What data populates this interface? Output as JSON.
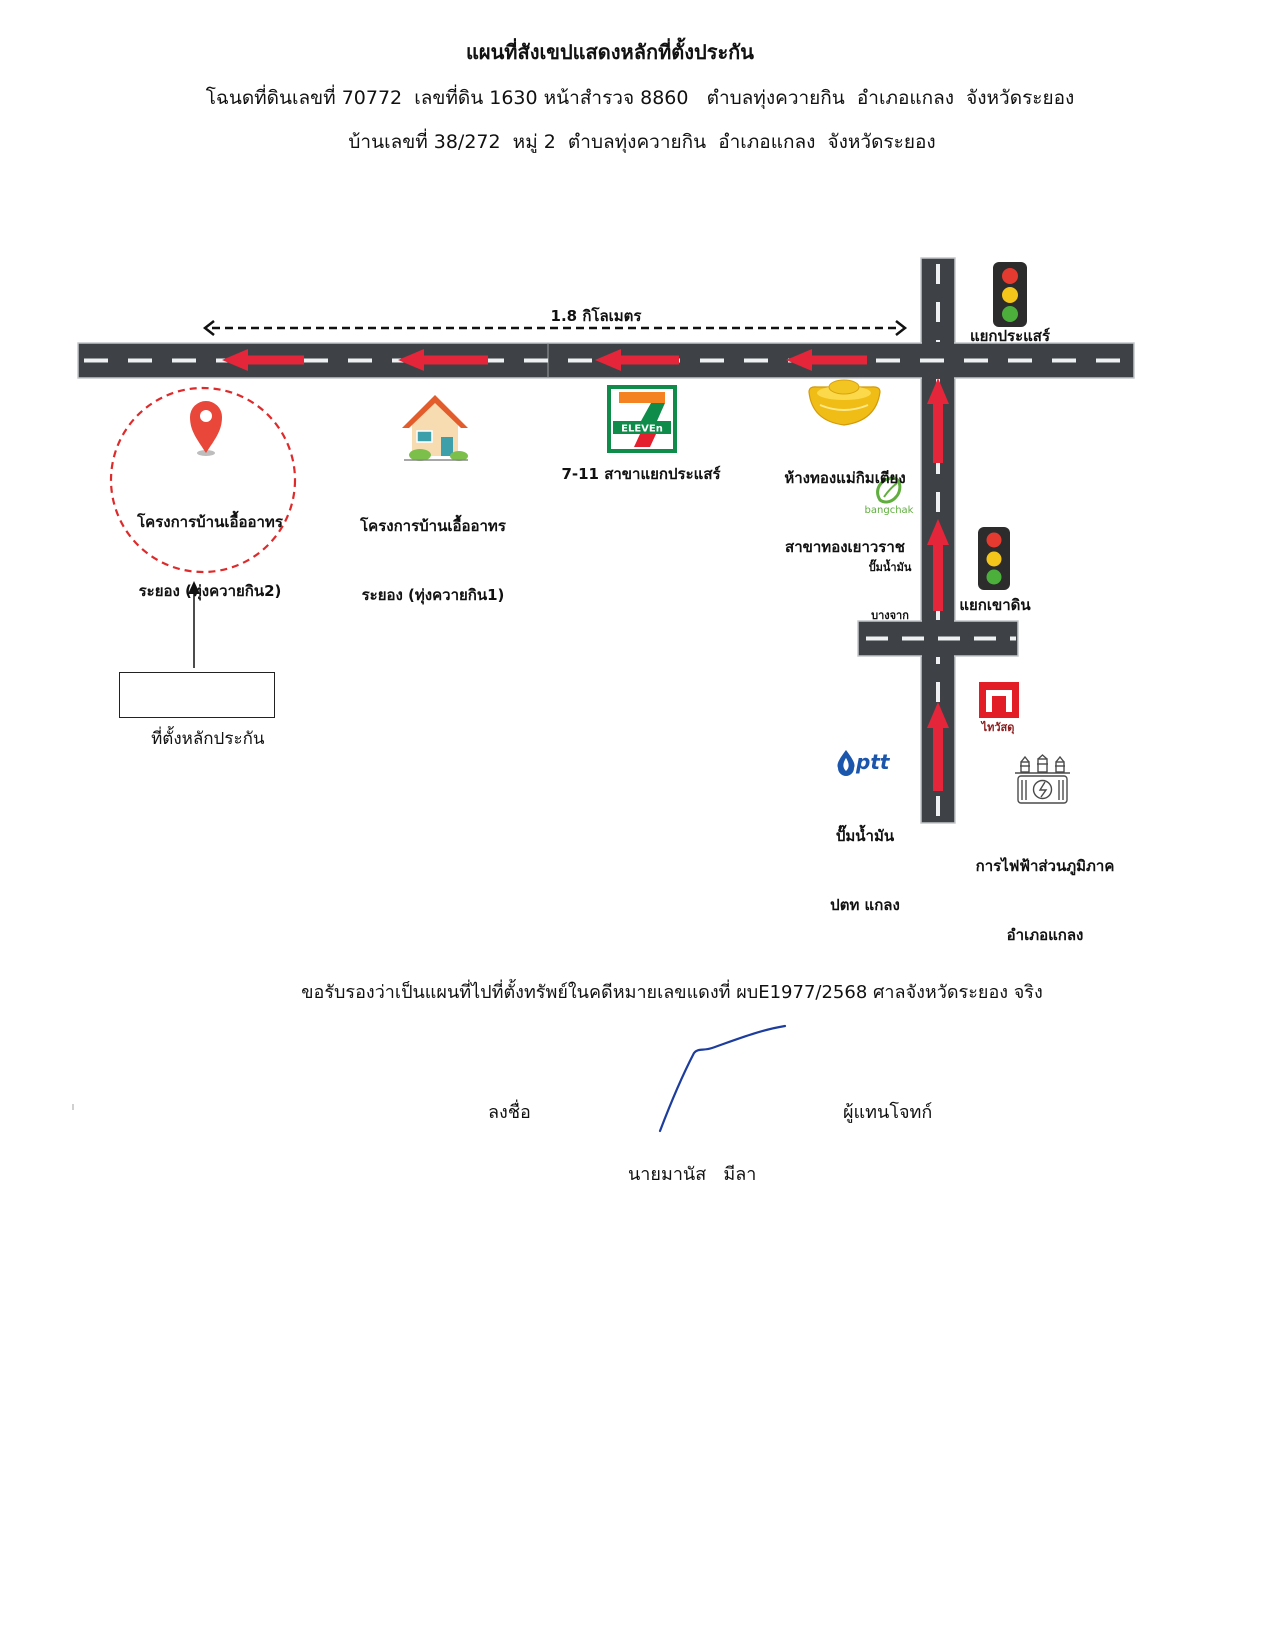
{
  "header": {
    "title": "แผนที่สังเขปแสดงหลักที่ตั้งประกัน",
    "deed_line": "โฉนดที่ดินเลขที่ 70772  เลขที่ดิน 1630 หน้าสำรวจ 8860   ตำบลทุ่งควายกิน  อำเภอแกลง  จังหวัดระยอง",
    "address_line": "บ้านเลขที่ 38/272  หมู่ 2  ตำบลทุ่งควายกิน  อำเภอแกลง  จังหวัดระยอง"
  },
  "map": {
    "distance_label": "1.8 กิโลเมตร",
    "intersections": {
      "prasae": {
        "label": "แยกประแสร์",
        "icon": "traffic-light-icon"
      },
      "khao_din": {
        "label": "แยกเขาดิน",
        "icon": "traffic-light-icon"
      }
    },
    "landmarks": {
      "collateral_project": {
        "line1": "โครงการบ้านเอื้ออาทร",
        "line2": "ระยอง (ทุ่งควายกิน2)",
        "icon": "location-pin-icon"
      },
      "housing_project_1": {
        "line1": "โครงการบ้านเอื้ออาทร",
        "line2": "ระยอง (ทุ่งควายกิน1)",
        "icon": "house-icon"
      },
      "seven_eleven": {
        "label": "7-11 สาขาแยกประแสร์",
        "logo_text": "ELEVEn",
        "icon": "seven-eleven-logo"
      },
      "gold_shop": {
        "line1": "ห้างทองแม่กิมเตียง",
        "line2": "สาขาทองเยาวราช",
        "icon": "gold-ingot-icon"
      },
      "bangchak": {
        "logo_text": "bangchak",
        "line1": "ปั๊มน้ำมัน",
        "line2": "บางจาก",
        "icon": "bangchak-logo"
      },
      "thai_watsadu": {
        "label": "ไทวัสดุ",
        "icon": "thai-watsadu-logo"
      },
      "ptt": {
        "logo_text": "ptt",
        "line1": "ปั๊มน้ำมัน",
        "line2": "ปตท แกลง",
        "icon": "ptt-logo"
      },
      "pea": {
        "line1": "การไฟฟ้าส่วนภูมิภาค",
        "line2": "อำเภอแกลง",
        "icon": "power-substation-icon"
      }
    },
    "collateral_callout": "ที่ตั้งหลักประกัน"
  },
  "certification": {
    "statement": "ขอรับรองว่าเป็นแผนที่ไปที่ตั้งทรัพย์ในคดีหมายเลขแดงที่ ผบE1977/2568 ศาลจังหวัดระยอง จริง",
    "sign_label": "ลงชื่อ",
    "role": "ผู้แทนโจทก์",
    "name": "นายมานัส   มีลา"
  },
  "colors": {
    "text": "#111111",
    "road": "#3e4246",
    "road_edge": "#c4c7ca",
    "lane_marking": "#eef0f2",
    "route_arrow": "#e4253a",
    "boundary_circle": "#de2a2a",
    "pin": "#e8473a",
    "traffic_light_body": "#2c2c2c",
    "light_red": "#e53a30",
    "light_yellow": "#f4c51a",
    "light_green": "#4caf3c",
    "seven_eleven_green": "#0f8c4a",
    "seven_eleven_orange": "#f58220",
    "seven_eleven_red": "#e4202e",
    "bangchak_green": "#5fae3e",
    "ptt_blue": "#1b56ad",
    "thai_watsadu_red": "#e31d25",
    "gold": "#f0bd17",
    "signature_ink": "#1c3c9e"
  }
}
